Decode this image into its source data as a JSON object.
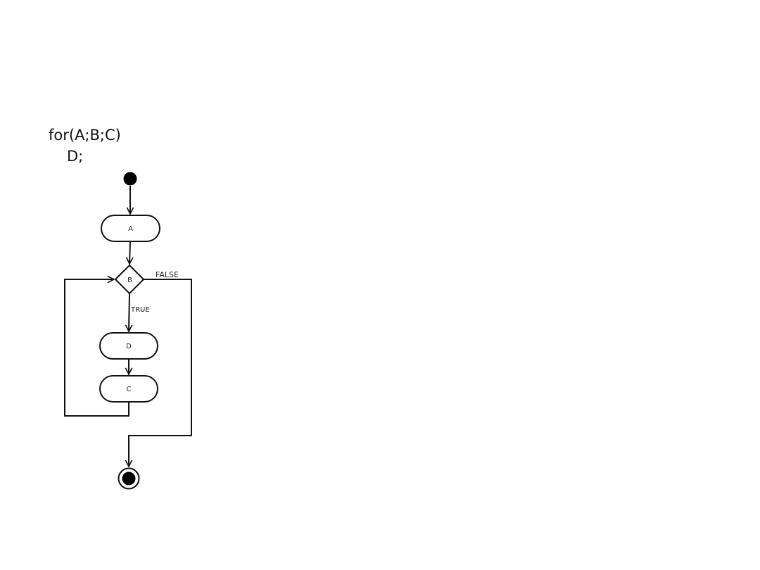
{
  "code": {
    "line1": "for(A;B;C)",
    "line2": "D;"
  },
  "diagram": {
    "nodes": {
      "action_a": "A",
      "decision_b": "B",
      "action_d": "D",
      "action_c": "C"
    },
    "edge_labels": {
      "false_label": "FALSE",
      "true_label": "TRUE"
    }
  }
}
